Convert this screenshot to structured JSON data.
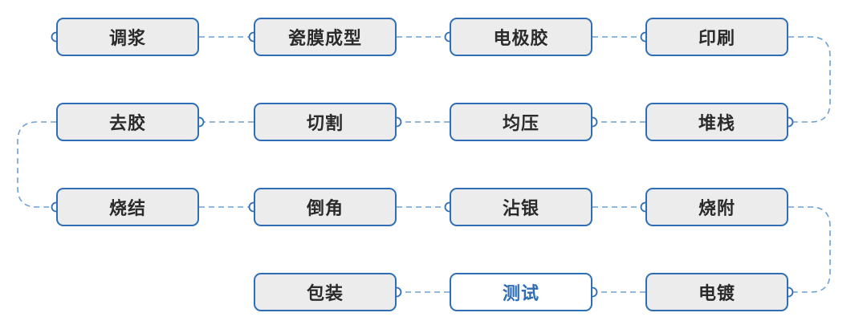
{
  "steps": [
    {
      "id": "s1",
      "label": "调浆"
    },
    {
      "id": "s2",
      "label": "瓷膜成型"
    },
    {
      "id": "s3",
      "label": "电极胶"
    },
    {
      "id": "s4",
      "label": "印刷"
    },
    {
      "id": "s5",
      "label": "堆栈"
    },
    {
      "id": "s6",
      "label": "均压"
    },
    {
      "id": "s7",
      "label": "切割"
    },
    {
      "id": "s8",
      "label": "去胶"
    },
    {
      "id": "s9",
      "label": "烧结"
    },
    {
      "id": "s10",
      "label": "倒角"
    },
    {
      "id": "s11",
      "label": "沾银"
    },
    {
      "id": "s12",
      "label": "烧附"
    },
    {
      "id": "s13",
      "label": "电镀"
    },
    {
      "id": "s14",
      "label": "测试"
    },
    {
      "id": "s15",
      "label": "包装"
    }
  ],
  "colors": {
    "border": "#2f6db5",
    "fill": "#ececec",
    "text": "#2b2b2b",
    "highlight_text": "#2f6db5",
    "highlight_fill": "#ffffff",
    "connector": "#6fa0d2"
  },
  "highlighted_step": "s14"
}
